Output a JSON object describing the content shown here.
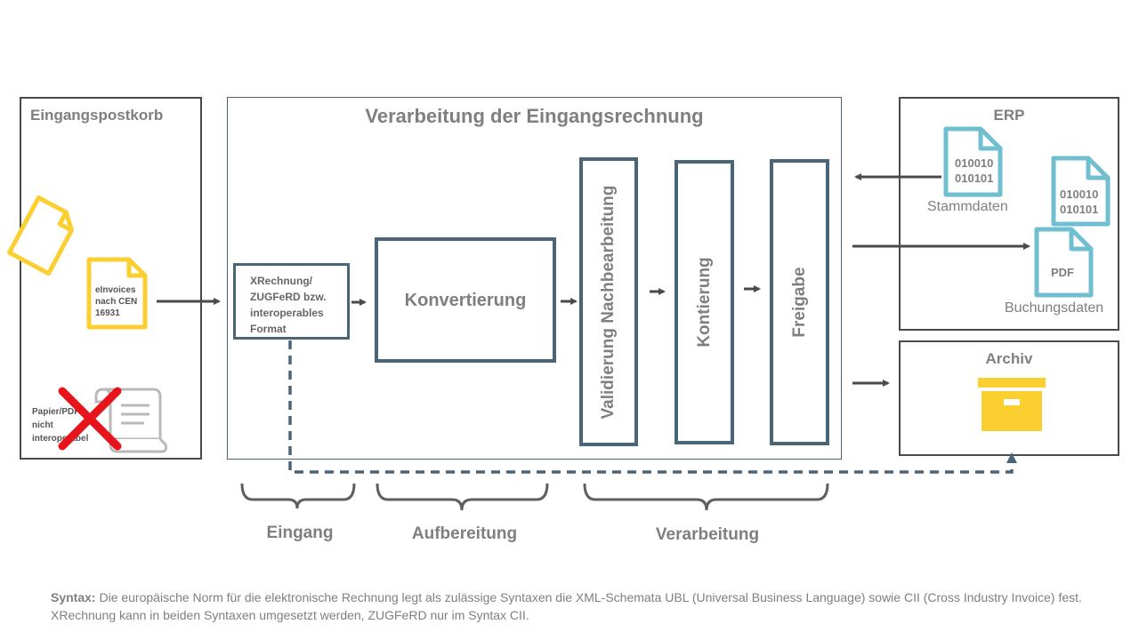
{
  "panels": {
    "inbox_title": "Eingangspostkorb",
    "processing_title": "Verarbeitung der Eingangsrechnung",
    "erp_title": "ERP",
    "archive_title": "Archiv"
  },
  "inbox": {
    "einvoice_label": "eInvoices nach CEN 16931",
    "paper_label_line1": "Papier/PDF",
    "paper_label_line2": "nicht",
    "paper_label_line3": "interoperabel"
  },
  "stages": {
    "format_box": "XRechnung/ ZUGFeRD bzw. interoperables Format",
    "conversion": "Konvertierung",
    "validation": "Validierung Nachbearbeitung",
    "account_assignment": "Kontierung",
    "approval": "Freigabe"
  },
  "erp": {
    "binary_line1": "010010",
    "binary_line2": "010101",
    "master_data": "Stammdaten",
    "pdf_label": "PDF",
    "booking_data": "Buchungsdaten"
  },
  "phases": {
    "input": "Eingang",
    "preparation": "Aufbereitung",
    "processing": "Verarbeitung"
  },
  "footnote": {
    "bold_prefix": "Syntax:",
    "text": " Die europäische Norm für die elektronische Rechnung legt als zulässige Syntaxen die XML-Schemata UBL (Universal Business Language) sowie CII (Cross Industry Invoice) fest. XRechnung kann in beiden Syntaxen umgesetzt werden, ZUGFeRD nur im Syntax CII."
  },
  "colors": {
    "panel_border": "#4a4a4a",
    "stage_border": "#4a6578",
    "yellow": "#fccf31",
    "teal": "#6fbfd0",
    "red": "#e8141c",
    "text_gray": "#7f7f7f"
  }
}
